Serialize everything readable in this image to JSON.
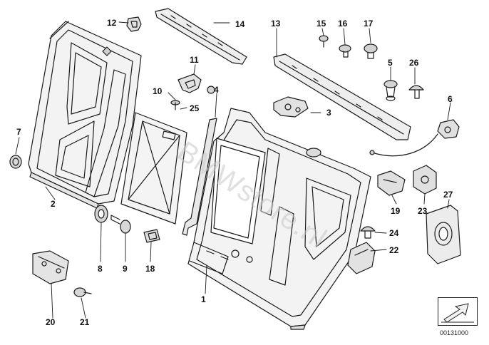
{
  "watermark": "BMWstore.nl",
  "doc_number": "00131000",
  "callouts": [
    {
      "key": "p1",
      "label": "1"
    },
    {
      "key": "p2",
      "label": "2"
    },
    {
      "key": "p3",
      "label": "3"
    },
    {
      "key": "p4",
      "label": "4"
    },
    {
      "key": "p5",
      "label": "5"
    },
    {
      "key": "p6",
      "label": "6"
    },
    {
      "key": "p7",
      "label": "7"
    },
    {
      "key": "p8",
      "label": "8"
    },
    {
      "key": "p9",
      "label": "9"
    },
    {
      "key": "p10",
      "label": "10"
    },
    {
      "key": "p11",
      "label": "11"
    },
    {
      "key": "p12",
      "label": "12"
    },
    {
      "key": "p13",
      "label": "13"
    },
    {
      "key": "p14",
      "label": "14"
    },
    {
      "key": "p15",
      "label": "15"
    },
    {
      "key": "p16",
      "label": "16"
    },
    {
      "key": "p17",
      "label": "17"
    },
    {
      "key": "p18",
      "label": "18"
    },
    {
      "key": "p19",
      "label": "19"
    },
    {
      "key": "p20",
      "label": "20"
    },
    {
      "key": "p21",
      "label": "21"
    },
    {
      "key": "p22",
      "label": "22"
    },
    {
      "key": "p23",
      "label": "23"
    },
    {
      "key": "p24",
      "label": "24"
    },
    {
      "key": "p25",
      "label": "25"
    },
    {
      "key": "p26",
      "label": "26"
    },
    {
      "key": "p27",
      "label": "27"
    }
  ]
}
